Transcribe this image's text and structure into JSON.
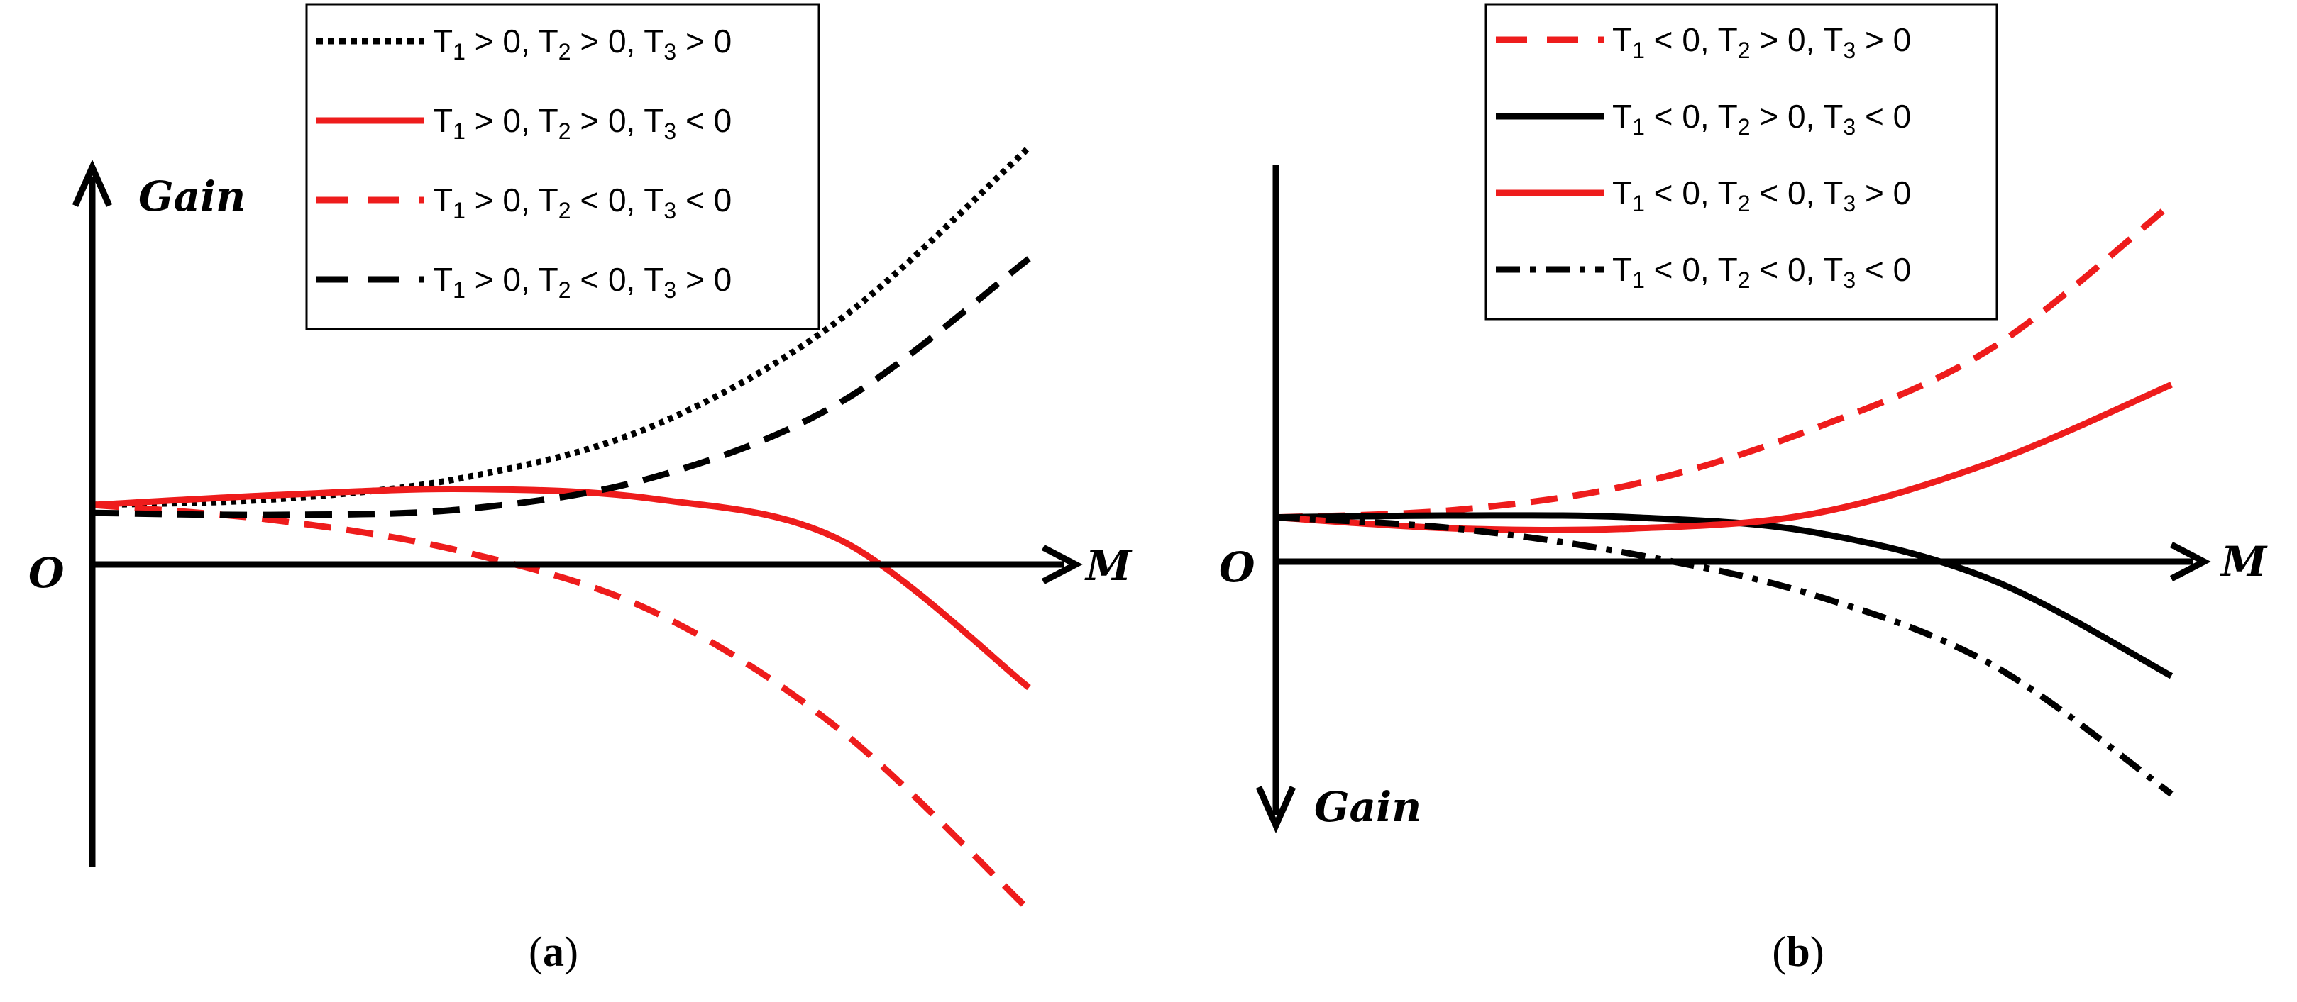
{
  "colors": {
    "black": "#000000",
    "red": "#ee1c1c"
  },
  "chart_data": [
    {
      "type": "line",
      "panel": "a",
      "caption_open": "(",
      "caption_letter": "a",
      "caption_close": ")",
      "ylabel": "Gain",
      "xlabel": "M",
      "origin_label": "O",
      "y_direction": "up",
      "xlim": [
        0,
        1
      ],
      "ylim": [
        -1,
        1
      ],
      "series": [
        {
          "name": "T1 > 0, T2 > 0, T3 > 0",
          "legend_parts": [
            "T",
            "1",
            " > 0, T",
            "2",
            " > 0, T",
            "3",
            " > 0"
          ],
          "color": "#000000",
          "style": "dotted",
          "x": [
            0,
            0.2,
            0.4,
            0.6,
            0.8,
            1.0
          ],
          "y": [
            0.15,
            0.165,
            0.22,
            0.35,
            0.62,
            1.05
          ]
        },
        {
          "name": "T1 > 0, T2 > 0, T3 < 0",
          "legend_parts": [
            "T",
            "1",
            " > 0, T",
            "2",
            " > 0, T",
            "3",
            " < 0"
          ],
          "color": "#ee1c1c",
          "style": "solid",
          "x": [
            0,
            0.2,
            0.4,
            0.6,
            0.8,
            1.0
          ],
          "y": [
            0.15,
            0.175,
            0.19,
            0.165,
            0.06,
            -0.31
          ]
        },
        {
          "name": "T1 > 0, T2 < 0, T3 < 0",
          "legend_parts": [
            "T",
            "1",
            " > 0, T",
            "2",
            " < 0, T",
            "3",
            " < 0"
          ],
          "color": "#ee1c1c",
          "style": "dashed",
          "x": [
            0,
            0.2,
            0.4,
            0.6,
            0.8,
            1.0
          ],
          "y": [
            0.15,
            0.11,
            0.03,
            -0.12,
            -0.42,
            -0.87
          ]
        },
        {
          "name": "T1 > 0, T2 < 0, T3 > 0",
          "legend_parts": [
            "T",
            "1",
            " > 0, T",
            "2",
            " < 0, T",
            "3",
            " > 0"
          ],
          "color": "#000000",
          "style": "dashed",
          "x": [
            0,
            0.2,
            0.4,
            0.6,
            0.8,
            1.0
          ],
          "y": [
            0.13,
            0.125,
            0.14,
            0.22,
            0.41,
            0.77
          ]
        }
      ]
    },
    {
      "type": "line",
      "panel": "b",
      "caption_open": "(",
      "caption_letter": "b",
      "caption_close": ")",
      "ylabel": "Gain",
      "xlabel": "M",
      "origin_label": "O",
      "y_direction": "down",
      "xlim": [
        0,
        1
      ],
      "ylim": [
        -1,
        1
      ],
      "series": [
        {
          "name": "T1 < 0, T2 > 0, T3 > 0",
          "legend_parts": [
            "T",
            "1",
            " < 0, T",
            "2",
            " > 0, T",
            "3",
            " > 0"
          ],
          "color": "#ee1c1c",
          "style": "dashed",
          "x": [
            0,
            0.2,
            0.4,
            0.6,
            0.8,
            1.0
          ],
          "y": [
            0.12,
            0.14,
            0.21,
            0.36,
            0.58,
            0.97
          ]
        },
        {
          "name": "T1 < 0, T2 > 0, T3 < 0",
          "legend_parts": [
            "T",
            "1",
            " < 0, T",
            "2",
            " > 0, T",
            "3",
            " < 0"
          ],
          "color": "#000000",
          "style": "solid",
          "x": [
            0,
            0.2,
            0.4,
            0.6,
            0.8,
            1.0
          ],
          "y": [
            0.12,
            0.125,
            0.12,
            0.08,
            -0.05,
            -0.31
          ]
        },
        {
          "name": "T1 < 0, T2 < 0, T3 > 0",
          "legend_parts": [
            "T",
            "1",
            " < 0, T",
            "2",
            " < 0, T",
            "3",
            " > 0"
          ],
          "color": "#ee1c1c",
          "style": "solid",
          "x": [
            0,
            0.2,
            0.4,
            0.6,
            0.8,
            1.0
          ],
          "y": [
            0.12,
            0.09,
            0.09,
            0.13,
            0.27,
            0.48
          ]
        },
        {
          "name": "T1 < 0, T2 < 0, T3 < 0",
          "legend_parts": [
            "T",
            "1",
            " < 0, T",
            "2",
            " < 0, T",
            "3",
            " < 0"
          ],
          "color": "#000000",
          "style": "dashdot",
          "x": [
            0,
            0.2,
            0.4,
            0.6,
            0.8,
            1.0
          ],
          "y": [
            0.12,
            0.09,
            0.02,
            -0.09,
            -0.28,
            -0.63
          ]
        }
      ]
    }
  ]
}
